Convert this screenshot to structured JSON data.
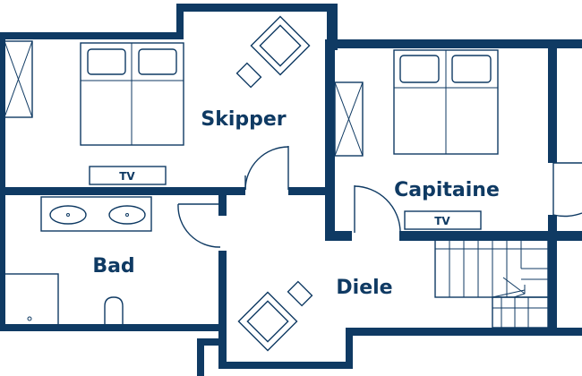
{
  "colors": {
    "wall": "#0f3a63",
    "background": "#ffffff"
  },
  "rooms": {
    "skipper": "Skipper",
    "capitaine": "Capitaine",
    "bad": "Bad",
    "diele": "Diele"
  },
  "tv": {
    "skipper": "TV",
    "capitaine": "TV"
  }
}
